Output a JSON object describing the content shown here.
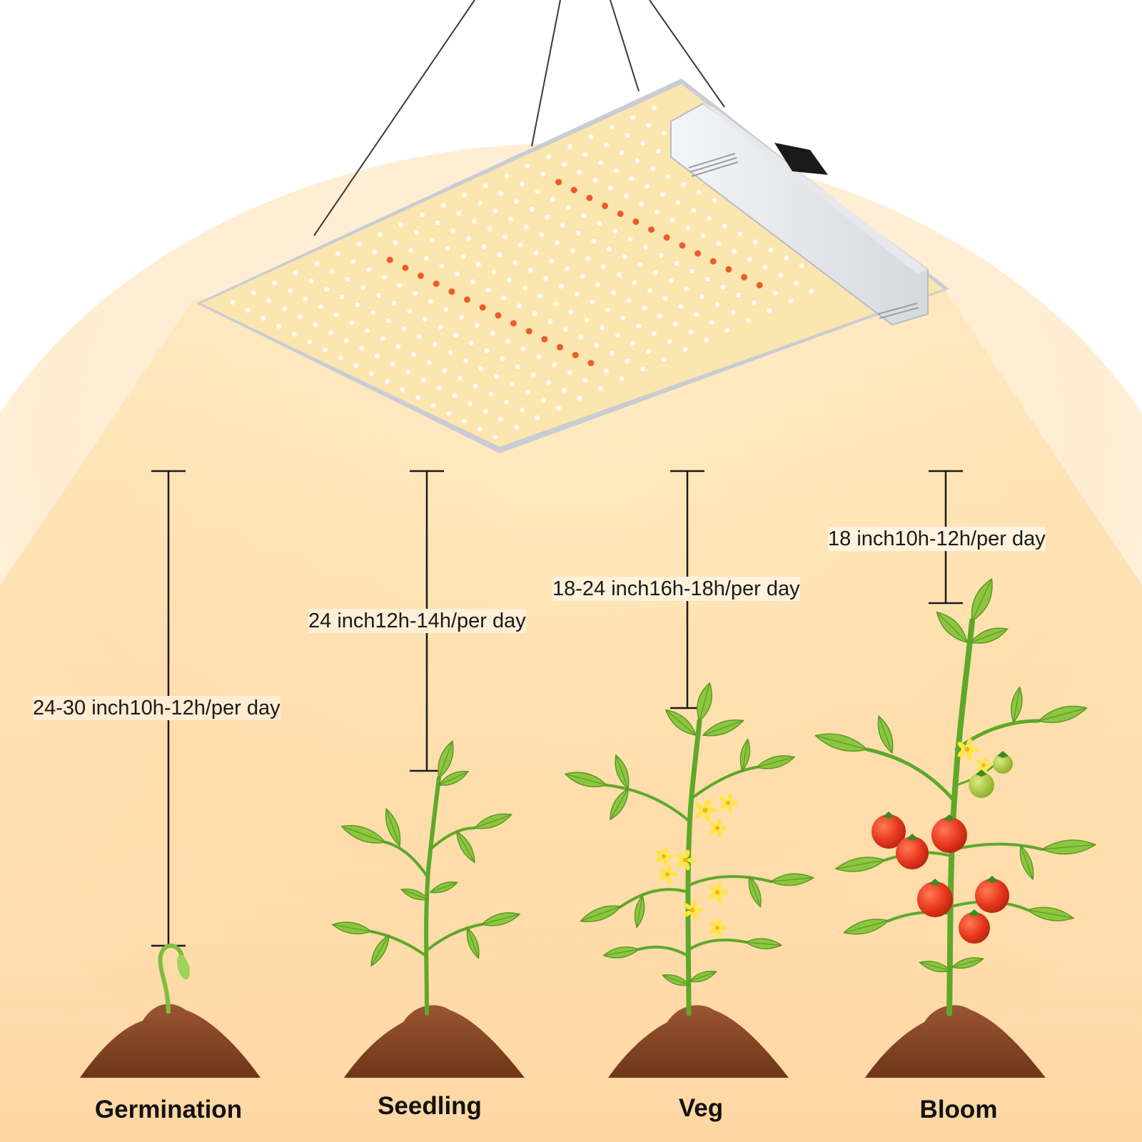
{
  "colors": {
    "background": "#ffffff",
    "light_glow": "#ffd9a0",
    "panel": "#fbe6b0",
    "panel_frame": "#c9ccd2",
    "led_white": "#fff8e4",
    "led_red": "#f05a2c",
    "soil": "#8b4a2b",
    "leaf": "#8cc63f",
    "stem": "#5ea82a",
    "tomato": "#e8391f",
    "unripe_tomato": "#a8c83a",
    "flower": "#ffe63b",
    "text": "#1a1a1a"
  },
  "stages": [
    {
      "name": "Germination",
      "distance": "24-30 inch",
      "hours": "10h-12h/per day",
      "plant_icon": "sprout-icon"
    },
    {
      "name": "Seedling",
      "distance": "24 inch",
      "hours": "12h-14h/per day",
      "plant_icon": "seedling-icon"
    },
    {
      "name": "Veg",
      "distance": "18-24 inch",
      "hours": "16h-18h/per day",
      "plant_icon": "flowering-plant-icon"
    },
    {
      "name": "Bloom",
      "distance": "18 inch",
      "hours": "10h-12h/per day",
      "plant_icon": "tomato-plant-icon"
    }
  ]
}
